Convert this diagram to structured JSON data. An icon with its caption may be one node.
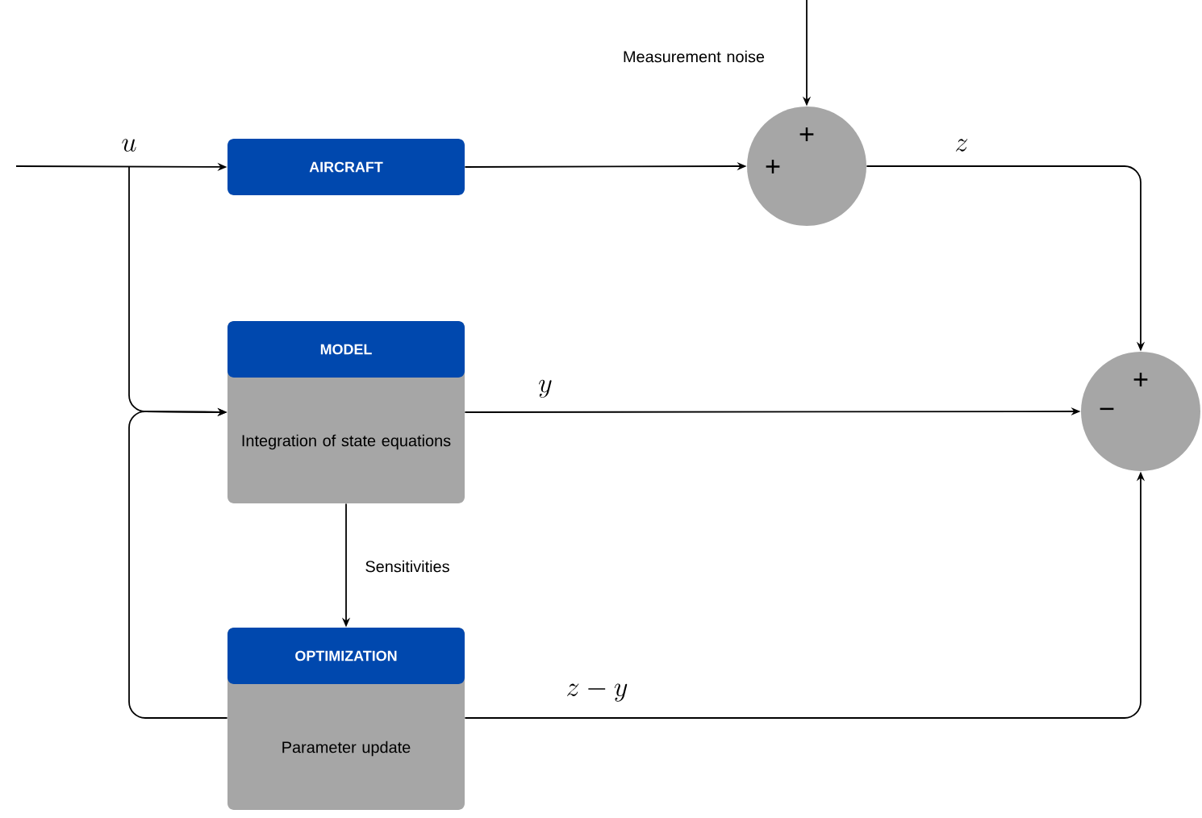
{
  "diagram": {
    "nodes": [
      {
        "text": [
          "AIRCRAFT"
        ]
      },
      {
        "text": [
          "+",
          "+"
        ]
      },
      {
        "text": [
          "+",
          "−"
        ]
      },
      {
        "text": [
          "MODEL",
          "Integration of state equations"
        ]
      },
      {
        "text": [
          "OPTIMIZATION",
          "Parameter update"
        ]
      }
    ],
    "edges": [
      {
        "from": null,
        "to": 0,
        "arrow": "to",
        "label": "u"
      },
      {
        "from": null,
        "to": 3,
        "arrow": "to"
      },
      {
        "from": 0,
        "to": 1,
        "arrow": "to"
      },
      {
        "from": null,
        "to": 1,
        "arrow": "to",
        "label": "Measurement noise"
      },
      {
        "from": 1,
        "to": 2,
        "arrow": "to",
        "label": "z"
      },
      {
        "from": 3,
        "to": 2,
        "arrow": "to",
        "label": "y"
      },
      {
        "from": 3,
        "to": 4,
        "arrow": "to",
        "label": "Sensitivities"
      },
      {
        "from": 4,
        "to": 2,
        "arrow": "to",
        "label": "z-y"
      },
      {
        "from": 4,
        "to": 3,
        "arrow": "to"
      }
    ]
  }
}
